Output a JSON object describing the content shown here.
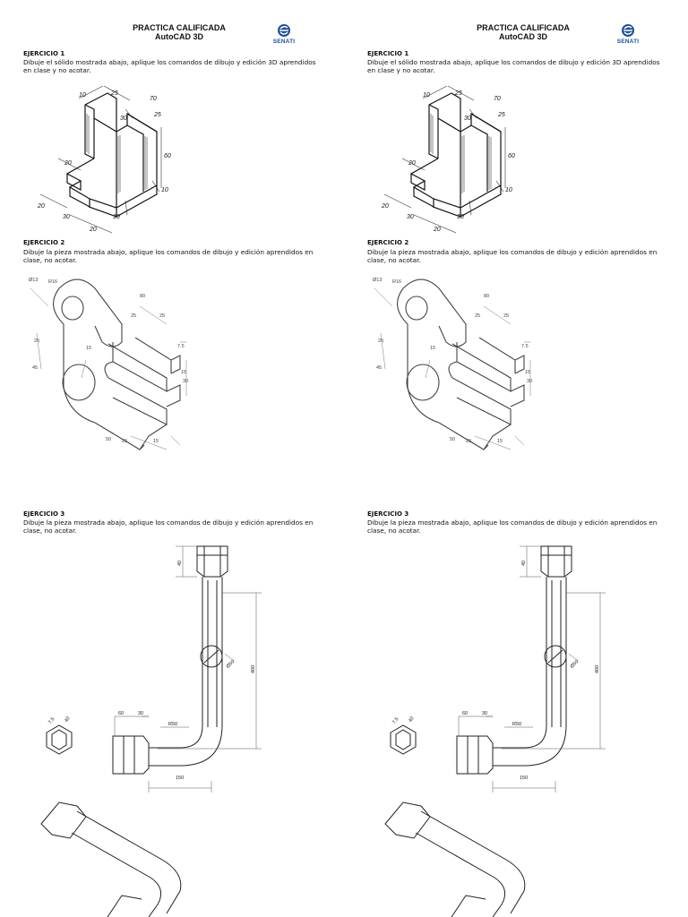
{
  "sheets": [
    {
      "header": {
        "title": "PRACTICA CALIFICADA",
        "subtitle": "AutoCAD 3D",
        "logo": "SENATI"
      },
      "ex1": {
        "label": "EJERCICIO 1",
        "text": "Dibuje el sólido mostrada abajo, aplique los comandos de dibujo y edición 3D aprendidos en clase y no acotar."
      },
      "ex2": {
        "label": "EJERCICIO 2",
        "text": "Dibuje la pieza mostrada abajo, aplique los comandos de dibujo y edición aprendidos en clase, no acotar."
      },
      "ex3": {
        "label": "EJERCICIO 3",
        "text": "Dibuje la pieza mostrada abajo, aplique los comandos de dibujo y edición aprendidos en clase, no acotar."
      }
    },
    {
      "header": {
        "title": "PRACTICA CALIFICADA",
        "subtitle": "AutoCAD 3D",
        "logo": "SENATI"
      },
      "ex1": {
        "label": "EJERCICIO 1",
        "text": "Dibuje el sólido mostrada abajo, aplique los comandos de dibujo y edición 3D aprendidos en clase y no acotar."
      },
      "ex2": {
        "label": "EJERCICIO 2",
        "text": "Dibuje la pieza mostrada abajo, aplique los comandos de dibujo y edición aprendidos en clase, no acotar."
      },
      "ex3": {
        "label": "EJERCICIO 3",
        "text": "Dibuje la pieza mostrada abajo, aplique los comandos de dibujo y edición aprendidos en clase, no acotar."
      }
    }
  ],
  "dims1": {
    "d10a": "10",
    "d25": "25",
    "d70": "70",
    "d30": "30",
    "d25b": "25",
    "d60": "60",
    "d10b": "10",
    "d20l": "20",
    "d20a": "20",
    "d30b": "30",
    "d20b": "20",
    "d10c": "10"
  },
  "dims2": {
    "d13": "Ø13",
    "d16": "R16",
    "d20": "20",
    "d25": "25",
    "d7": "7.5",
    "d15": "15",
    "d50": "50",
    "d20b": "20",
    "d25b": "25",
    "d15b": "15",
    "d80": "80",
    "d30": "30",
    "d45": "45",
    "d15c": "15"
  },
  "dims3": {
    "d40": "40",
    "d400": "400",
    "d50": "Ø50",
    "d60": "60",
    "d30": "30",
    "r50": "R50",
    "d150": "150",
    "d75": "7.5",
    "d40b": "40"
  },
  "colors": {
    "logo_blue": "#1d4f9c",
    "ink": "#111111",
    "grey_ink": "#555555"
  }
}
